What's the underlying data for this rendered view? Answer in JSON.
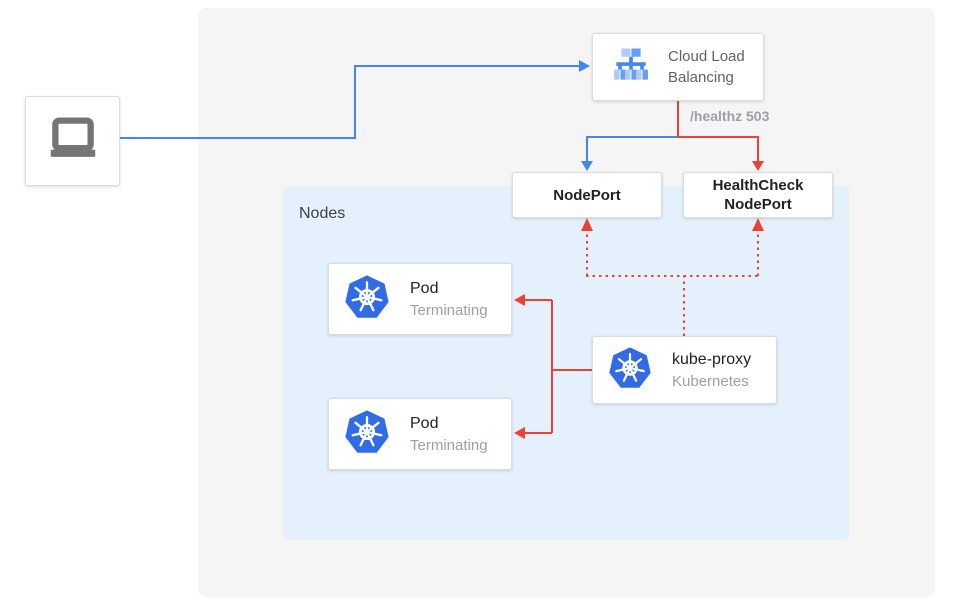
{
  "diagram": {
    "nodes_container": {
      "label": "Nodes"
    },
    "cloud_load_balancing": {
      "line1": "Cloud Load",
      "line2": "Balancing"
    },
    "healthz_label": "/healthz 503",
    "nodeport": {
      "label": "NodePort"
    },
    "healthcheck_nodeport": {
      "line1": "HealthCheck",
      "line2": "NodePort"
    },
    "pods": [
      {
        "title": "Pod",
        "status": "Terminating"
      },
      {
        "title": "Pod",
        "status": "Terminating"
      }
    ],
    "kube_proxy": {
      "title": "kube-proxy",
      "subtitle": "Kubernetes"
    },
    "icons": {
      "client": "laptop-icon",
      "load_balancer": "cloud-load-balancing-icon",
      "pod": "kubernetes-icon",
      "kube_proxy": "kubernetes-icon"
    },
    "colors": {
      "traffic_blue": "#4285f4",
      "healthcheck_red": "#ea4335",
      "nodes_background": "#e4f1fc",
      "outer_background": "#f5f5f6",
      "kubernetes_blue": "#326ce5",
      "laptop_gray": "#757575",
      "muted_text": "#9aa0a6"
    },
    "connections": [
      {
        "from": "laptop",
        "to": "cloud-load-balancing",
        "style": "solid",
        "color": "blue"
      },
      {
        "from": "cloud-load-balancing",
        "to": "nodeport",
        "style": "solid",
        "color": "blue"
      },
      {
        "from": "cloud-load-balancing",
        "to": "healthcheck-nodeport",
        "style": "solid",
        "color": "red",
        "label": "/healthz 503"
      },
      {
        "from": "kube-proxy",
        "to": "pod-1",
        "style": "solid",
        "color": "red"
      },
      {
        "from": "kube-proxy",
        "to": "pod-2",
        "style": "solid",
        "color": "red"
      },
      {
        "from": "kube-proxy",
        "to": "nodeport",
        "style": "dotted",
        "color": "red"
      },
      {
        "from": "kube-proxy",
        "to": "healthcheck-nodeport",
        "style": "dotted",
        "color": "red"
      }
    ]
  }
}
